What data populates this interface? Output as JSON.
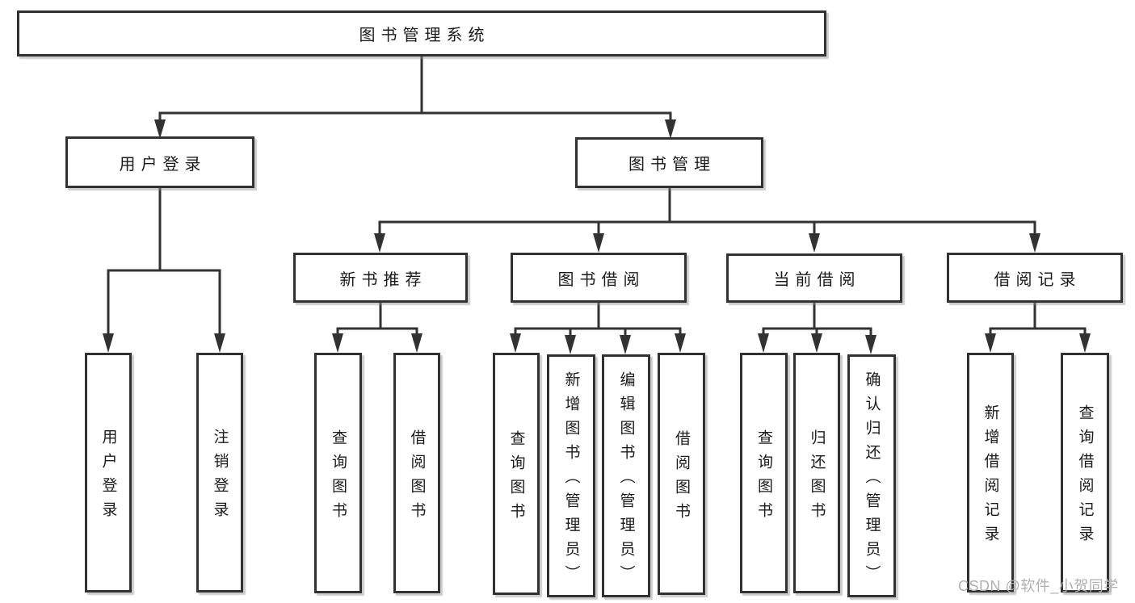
{
  "tree": {
    "label": "图书管理系统",
    "children": [
      {
        "label": "用户登录",
        "children": [
          {
            "label": "用户登录"
          },
          {
            "label": "注销登录"
          }
        ]
      },
      {
        "label": "图书管理",
        "children": [
          {
            "label": "新书推荐",
            "children": [
              {
                "label": "查询图书"
              },
              {
                "label": "借阅图书"
              }
            ]
          },
          {
            "label": "图书借阅",
            "children": [
              {
                "label": "查询图书"
              },
              {
                "label": "新增图书（管理员）"
              },
              {
                "label": "编辑图书（管理员）"
              },
              {
                "label": "借阅图书"
              }
            ]
          },
          {
            "label": "当前借阅",
            "children": [
              {
                "label": "查询图书"
              },
              {
                "label": "归还图书"
              },
              {
                "label": "确认归还（管理员）"
              }
            ]
          },
          {
            "label": "借阅记录",
            "children": [
              {
                "label": "新增借阅记录"
              },
              {
                "label": "查询借阅记录"
              }
            ]
          }
        ]
      }
    ]
  },
  "watermark": {
    "text": "CSDN @软件_小贺同学"
  },
  "colors": {
    "line": "#323232",
    "box_border": "#323232",
    "box_background": "#ffffff",
    "text": "#1b1b1b",
    "watermark": "#b0b0b0"
  }
}
